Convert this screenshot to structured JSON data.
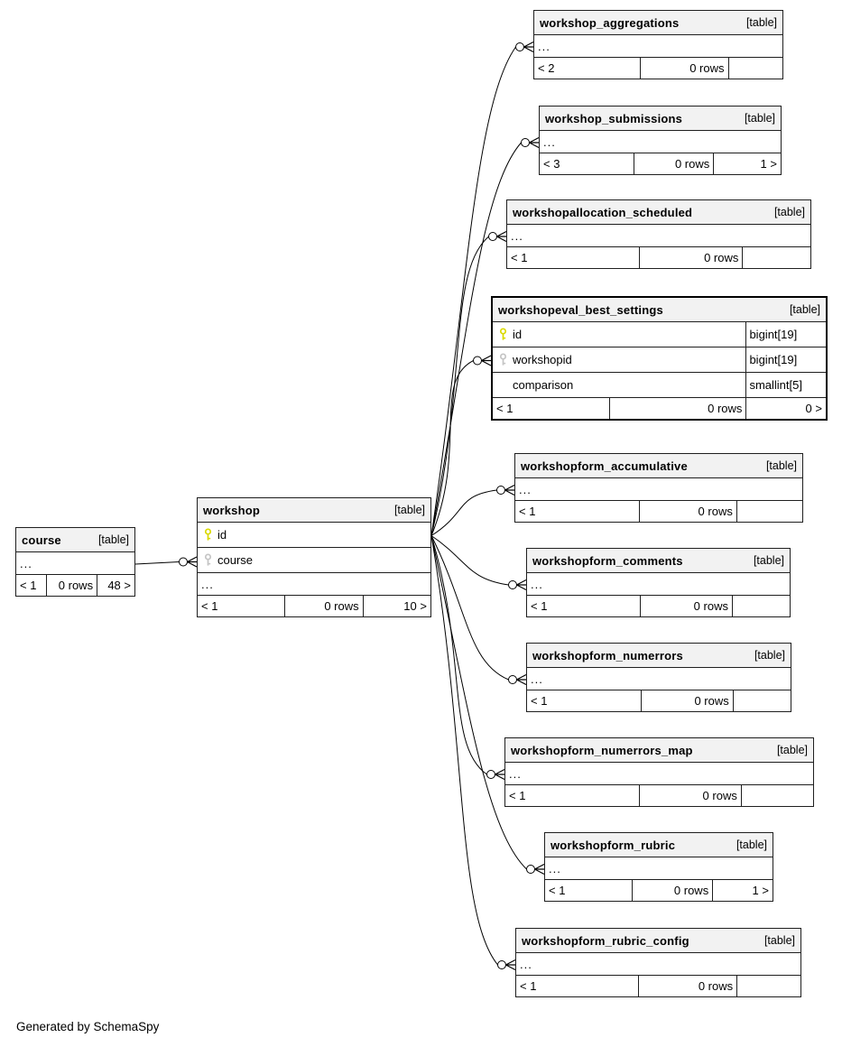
{
  "footer_note": "Generated by SchemaSpy",
  "colors": {
    "primary_key": "#d9d900",
    "foreign_key": "#c4c4c4",
    "header_bg": "#f2f2f2",
    "line": "#000000"
  },
  "diagram": {
    "tables": [
      {
        "id": "course",
        "name": "course",
        "tag": "[table]",
        "ellipsis": "...",
        "footer": {
          "left": "< 1",
          "center": "0 rows",
          "right": "48 >"
        }
      },
      {
        "id": "workshop",
        "name": "workshop",
        "tag": "[table]",
        "ellipsis": "...",
        "columns": [
          {
            "name": "id",
            "key": "primary"
          },
          {
            "name": "course",
            "key": "foreign"
          }
        ],
        "footer": {
          "left": "< 1",
          "center": "0 rows",
          "right": "10 >"
        }
      },
      {
        "id": "workshop_aggregations",
        "name": "workshop_aggregations",
        "tag": "[table]",
        "ellipsis": "...",
        "footer": {
          "left": "< 2",
          "center": "0 rows",
          "right": ""
        }
      },
      {
        "id": "workshop_submissions",
        "name": "workshop_submissions",
        "tag": "[table]",
        "ellipsis": "...",
        "footer": {
          "left": "< 3",
          "center": "0 rows",
          "right": "1 >"
        }
      },
      {
        "id": "workshopallocation_scheduled",
        "name": "workshopallocation_scheduled",
        "tag": "[table]",
        "ellipsis": "...",
        "footer": {
          "left": "< 1",
          "center": "0 rows",
          "right": ""
        }
      },
      {
        "id": "workshopeval_best_settings",
        "name": "workshopeval_best_settings",
        "tag": "[table]",
        "emphasized": true,
        "columns": [
          {
            "name": "id",
            "type": "bigint[19]",
            "key": "primary"
          },
          {
            "name": "workshopid",
            "type": "bigint[19]",
            "key": "foreign"
          },
          {
            "name": "comparison",
            "type": "smallint[5]",
            "key": ""
          }
        ],
        "footer": {
          "left": "< 1",
          "center": "0 rows",
          "right": "0 >"
        }
      },
      {
        "id": "workshopform_accumulative",
        "name": "workshopform_accumulative",
        "tag": "[table]",
        "ellipsis": "...",
        "footer": {
          "left": "< 1",
          "center": "0 rows",
          "right": ""
        }
      },
      {
        "id": "workshopform_comments",
        "name": "workshopform_comments",
        "tag": "[table]",
        "ellipsis": "...",
        "footer": {
          "left": "< 1",
          "center": "0 rows",
          "right": ""
        }
      },
      {
        "id": "workshopform_numerrors",
        "name": "workshopform_numerrors",
        "tag": "[table]",
        "ellipsis": "...",
        "footer": {
          "left": "< 1",
          "center": "0 rows",
          "right": ""
        }
      },
      {
        "id": "workshopform_numerrors_map",
        "name": "workshopform_numerrors_map",
        "tag": "[table]",
        "ellipsis": "...",
        "footer": {
          "left": "< 1",
          "center": "0 rows",
          "right": ""
        }
      },
      {
        "id": "workshopform_rubric",
        "name": "workshopform_rubric",
        "tag": "[table]",
        "ellipsis": "...",
        "footer": {
          "left": "< 1",
          "center": "0 rows",
          "right": "1 >"
        }
      },
      {
        "id": "workshopform_rubric_config",
        "name": "workshopform_rubric_config",
        "tag": "[table]",
        "ellipsis": "...",
        "footer": {
          "left": "< 1",
          "center": "0 rows",
          "right": ""
        }
      }
    ],
    "relationships": [
      {
        "from": "course",
        "from_anchor": "ellipsis",
        "to": "workshop",
        "to_anchor": "column:course"
      },
      {
        "from": "workshop",
        "from_anchor": "column:id",
        "to": "workshop_aggregations",
        "to_anchor": "ellipsis"
      },
      {
        "from": "workshop",
        "from_anchor": "column:id",
        "to": "workshop_submissions",
        "to_anchor": "ellipsis"
      },
      {
        "from": "workshop",
        "from_anchor": "column:id",
        "to": "workshopallocation_scheduled",
        "to_anchor": "ellipsis"
      },
      {
        "from": "workshop",
        "from_anchor": "column:id",
        "to": "workshopeval_best_settings",
        "to_anchor": "column:workshopid"
      },
      {
        "from": "workshop",
        "from_anchor": "column:id",
        "to": "workshopform_accumulative",
        "to_anchor": "ellipsis"
      },
      {
        "from": "workshop",
        "from_anchor": "column:id",
        "to": "workshopform_comments",
        "to_anchor": "ellipsis"
      },
      {
        "from": "workshop",
        "from_anchor": "column:id",
        "to": "workshopform_numerrors",
        "to_anchor": "ellipsis"
      },
      {
        "from": "workshop",
        "from_anchor": "column:id",
        "to": "workshopform_numerrors_map",
        "to_anchor": "ellipsis"
      },
      {
        "from": "workshop",
        "from_anchor": "column:id",
        "to": "workshopform_rubric",
        "to_anchor": "ellipsis"
      },
      {
        "from": "workshop",
        "from_anchor": "column:id",
        "to": "workshopform_rubric_config",
        "to_anchor": "ellipsis"
      }
    ]
  }
}
